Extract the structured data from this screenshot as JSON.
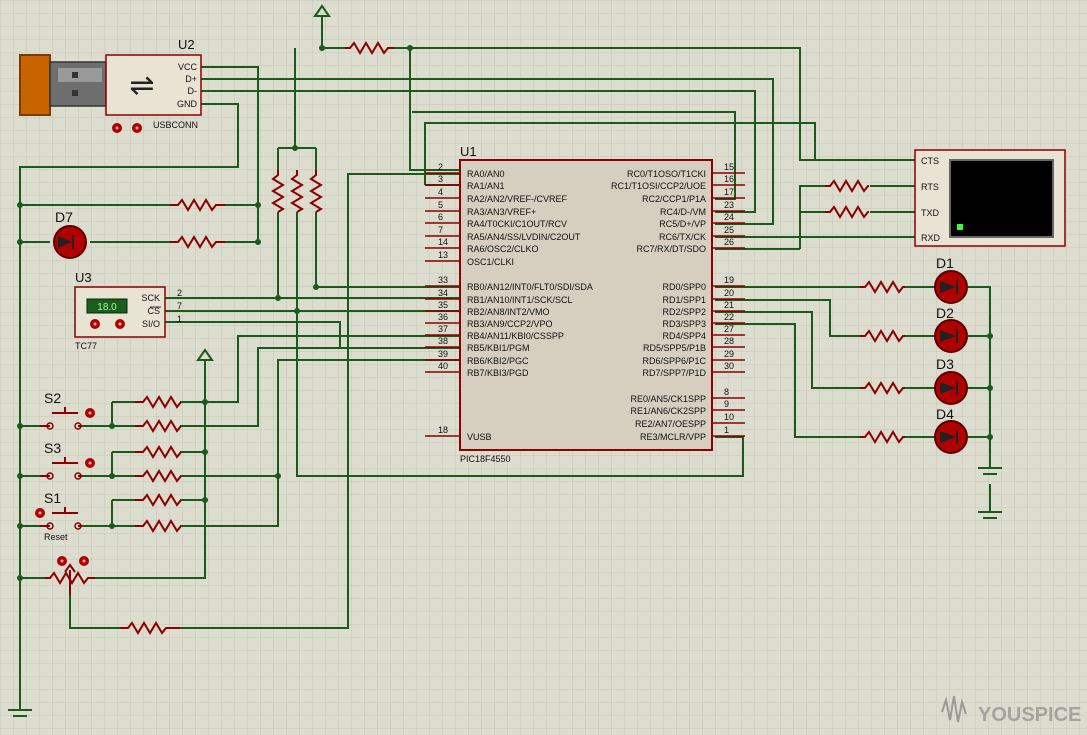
{
  "chip": {
    "ref": "U1",
    "part": "PIC18F4550",
    "left_pins": [
      {
        "num": "2",
        "label": "RA0/AN0"
      },
      {
        "num": "3",
        "label": "RA1/AN1"
      },
      {
        "num": "4",
        "label": "RA2/AN2/VREF-/CVREF"
      },
      {
        "num": "5",
        "label": "RA3/AN3/VREF+"
      },
      {
        "num": "6",
        "label": "RA4/T0CKI/C1OUT/RCV"
      },
      {
        "num": "7",
        "label": "RA5/AN4/SS/LVDIN/C2OUT"
      },
      {
        "num": "14",
        "label": "RA6/OSC2/CLKO"
      },
      {
        "num": "13",
        "label": "OSC1/CLKI"
      },
      {
        "num": "33",
        "label": "RB0/AN12/INT0/FLT0/SDI/SDA"
      },
      {
        "num": "34",
        "label": "RB1/AN10/INT1/SCK/SCL"
      },
      {
        "num": "35",
        "label": "RB2/AN8/INT2/VMO"
      },
      {
        "num": "36",
        "label": "RB3/AN9/CCP2/VPO"
      },
      {
        "num": "37",
        "label": "RB4/AN11/KBI0/CSSPP"
      },
      {
        "num": "38",
        "label": "RB5/KBI1/PGM"
      },
      {
        "num": "39",
        "label": "RB6/KBI2/PGC"
      },
      {
        "num": "40",
        "label": "RB7/KBI3/PGD"
      },
      {
        "num": "18",
        "label": "VUSB"
      }
    ],
    "right_pins": [
      {
        "num": "15",
        "label": "RC0/T1OSO/T1CKI"
      },
      {
        "num": "16",
        "label": "RC1/T1OSI/CCP2/UOE"
      },
      {
        "num": "17",
        "label": "RC2/CCP1/P1A"
      },
      {
        "num": "23",
        "label": "RC4/D-/VM"
      },
      {
        "num": "24",
        "label": "RC5/D+/VP"
      },
      {
        "num": "25",
        "label": "RC6/TX/CK"
      },
      {
        "num": "26",
        "label": "RC7/RX/DT/SDO"
      },
      {
        "num": "19",
        "label": "RD0/SPP0"
      },
      {
        "num": "20",
        "label": "RD1/SPP1"
      },
      {
        "num": "21",
        "label": "RD2/SPP2"
      },
      {
        "num": "22",
        "label": "RD3/SPP3"
      },
      {
        "num": "27",
        "label": "RD4/SPP4"
      },
      {
        "num": "28",
        "label": "RD5/SPP5/P1B"
      },
      {
        "num": "29",
        "label": "RD6/SPP6/P1C"
      },
      {
        "num": "30",
        "label": "RD7/SPP7/P1D"
      },
      {
        "num": "8",
        "label": "RE0/AN5/CK1SPP"
      },
      {
        "num": "9",
        "label": "RE1/AN6/CK2SPP"
      },
      {
        "num": "10",
        "label": "RE2/AN7/OESPP"
      },
      {
        "num": "1",
        "label": "RE3/MCLR/VPP"
      }
    ]
  },
  "usb": {
    "ref": "U2",
    "part": "USBCONN",
    "pins": [
      "VCC",
      "D+",
      "D-",
      "GND"
    ]
  },
  "sensor": {
    "ref": "U3",
    "part": "TC77",
    "display": "18.0",
    "pins": [
      "SCK",
      "CS",
      "SI/O"
    ],
    "pin_nums": [
      "2",
      "7",
      "1"
    ]
  },
  "terminal": {
    "pins": [
      "CTS",
      "RTS",
      "TXD",
      "RXD"
    ]
  },
  "leds": [
    "D1",
    "D2",
    "D3",
    "D4"
  ],
  "status_led": "D7",
  "switches": {
    "s2": "S2",
    "s3": "S3",
    "s1": "S1",
    "reset": "Reset"
  },
  "watermark": "YOUSPICE",
  "colors": {
    "background": "#dcdccf",
    "grid": "#c6c6b8",
    "wire": "#1a5a1a",
    "component": "#8b0000",
    "chip_fill": "#d6cfc0",
    "led_fill": "#b00000",
    "terminal_screen": "#000000",
    "lcd_fill": "#1c5c1c",
    "lcd_text": "#9cff9c",
    "usb_plug": "#c86400"
  }
}
